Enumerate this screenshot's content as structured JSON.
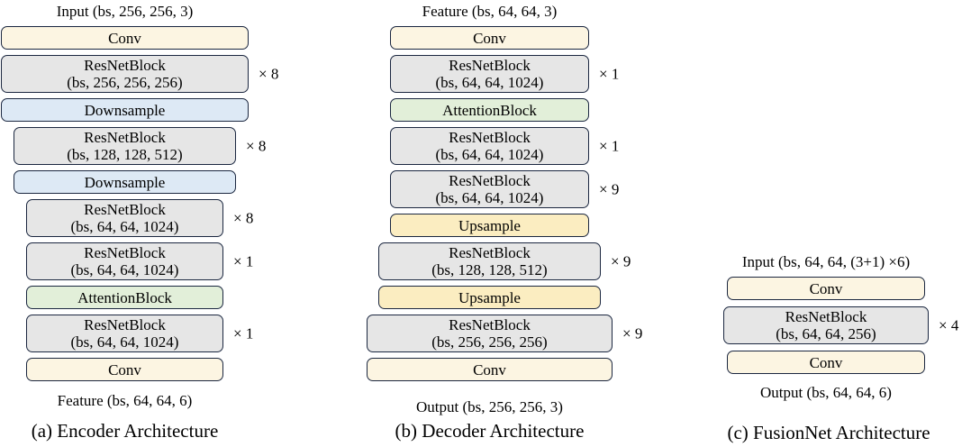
{
  "figure": {
    "colors": {
      "conv": "#FCF5E2",
      "resnet": "#E6E6E6",
      "downsample": "#DDE9F5",
      "attention": "#E2EFD9",
      "upsample": "#FBEDC1",
      "border": "#1B2740",
      "text": "#000000"
    },
    "diagrams": [
      {
        "name": "Encoder",
        "top_label": "Input (bs, 256, 256, 3)",
        "bottom_label": "Feature (bs, 64, 64, 6)",
        "caption": "(a) Encoder Architecture",
        "blocks": [
          {
            "label": "Conv"
          },
          {
            "label": "ResNetBlock",
            "shape": "(bs, 256, 256, 256)",
            "mult": "× 8"
          },
          {
            "label": "Downsample"
          },
          {
            "label": "ResNetBlock",
            "shape": "(bs, 128, 128, 512)",
            "mult": "× 8"
          },
          {
            "label": "Downsample"
          },
          {
            "label": "ResNetBlock",
            "shape": "(bs, 64, 64, 1024)",
            "mult": "× 8"
          },
          {
            "label": "ResNetBlock",
            "shape": "(bs, 64, 64, 1024)",
            "mult": "× 1"
          },
          {
            "label": "AttentionBlock"
          },
          {
            "label": "ResNetBlock",
            "shape": "(bs, 64, 64, 1024)",
            "mult": "× 1"
          },
          {
            "label": "Conv"
          }
        ]
      },
      {
        "name": "Decoder",
        "top_label": "Feature (bs, 64, 64, 3)",
        "bottom_label": "Output (bs, 256, 256, 3)",
        "caption": "(b) Decoder Architecture",
        "blocks": [
          {
            "label": "Conv"
          },
          {
            "label": "ResNetBlock",
            "shape": "(bs, 64, 64, 1024)",
            "mult": "× 1"
          },
          {
            "label": "AttentionBlock"
          },
          {
            "label": "ResNetBlock",
            "shape": "(bs, 64, 64, 1024)",
            "mult": "× 1"
          },
          {
            "label": "ResNetBlock",
            "shape": "(bs, 64, 64, 1024)",
            "mult": "× 9"
          },
          {
            "label": "Upsample"
          },
          {
            "label": "ResNetBlock",
            "shape": "(bs, 128, 128, 512)",
            "mult": "× 9"
          },
          {
            "label": "Upsample"
          },
          {
            "label": "ResNetBlock",
            "shape": "(bs, 256, 256, 256)",
            "mult": "× 9"
          },
          {
            "label": "Conv"
          }
        ]
      },
      {
        "name": "FusionNet",
        "top_label": "Input (bs, 64, 64, (3+1) ×6)",
        "bottom_label": "Output (bs, 64, 64, 6)",
        "caption": "(c) FusionNet Architecture",
        "blocks": [
          {
            "label": "Conv"
          },
          {
            "label": "ResNetBlock",
            "shape": "(bs, 64, 64, 256)",
            "mult": "× 4"
          },
          {
            "label": "Conv"
          }
        ]
      }
    ]
  }
}
